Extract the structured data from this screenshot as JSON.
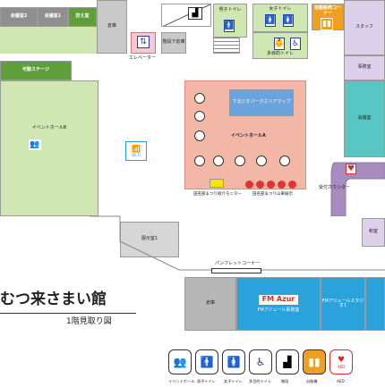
{
  "map_title": "むつ来さまい館",
  "map_subtitle": "1階見取り図",
  "rooms": {
    "meeting2": "会議室2",
    "meeting1": "会議室1",
    "waiting": "控え室",
    "storage_top": "倉庫",
    "male_toilet": "男子トイレ",
    "female_toilet": "女子トイレ",
    "vending": "自動販売コーナー",
    "staff": "スタッフ",
    "stairs_bottom": "階段下倉庫",
    "elevator": "エレベーター",
    "multi_toilet": "多目的トイレ",
    "movable_stage": "可動ステージ",
    "event_hall_b": "イベントホールB",
    "event_hall_a": "イベントホールA",
    "jiopark": "下北ジオパークエリアマップ",
    "office": "事務室",
    "conference": "会議室",
    "reception": "受付カウンター",
    "tanabu_monitor": "田名部まつり紹介モニター",
    "tanabu_float": "田名部まつり山車展示",
    "pamphlet": "パンフレットコーナー",
    "storage_bottom": "倉庫",
    "fm_office": "FMアジュール事務室",
    "fm_studio": "FMアジュールスタジオ1",
    "right_bottom": "和室",
    "small_room": "展示室1",
    "fm_logo": "FM Azur"
  },
  "icons": {
    "wifi_label": "Wi-Fi",
    "aed_label": "AED",
    "colors": {
      "toilet_blue": "#2b3f8a",
      "aed_red": "#d92d2d",
      "vending_orange": "#f0a020"
    }
  },
  "legend": [
    {
      "icon": "event-hall",
      "label": "イベントホール"
    },
    {
      "icon": "male-toilet",
      "label": "男子トイレ"
    },
    {
      "icon": "female-toilet",
      "label": "女子トイレ"
    },
    {
      "icon": "multi-toilet",
      "label": "多目的トイレ"
    },
    {
      "icon": "stairs",
      "label": "階段"
    },
    {
      "icon": "vending",
      "label": "自販機"
    },
    {
      "icon": "aed",
      "label": "AED"
    }
  ]
}
